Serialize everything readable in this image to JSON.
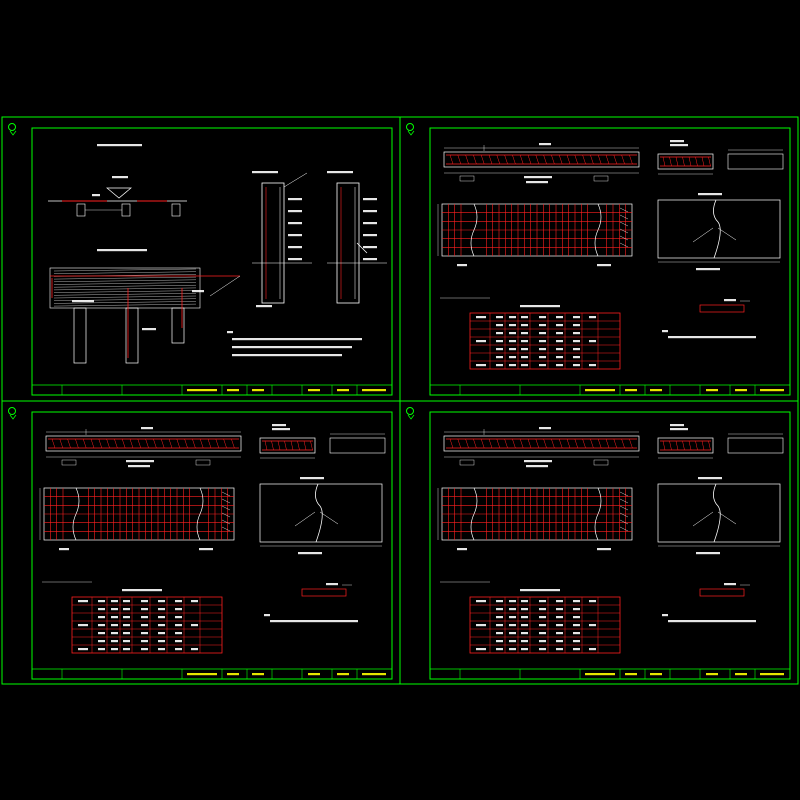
{
  "drawing": {
    "background": "#000000",
    "colors": {
      "frame": "#00ff00",
      "annotation": "#ffffff",
      "rebar": "#ff2020",
      "hatch": "#ffff00",
      "title_text": "#ffff00"
    },
    "sheets": [
      {
        "id": "sheet-1",
        "content": "pier-and-joint-details",
        "title_block_cells": [
          "",
          "",
          "",
          "",
          "",
          ""
        ]
      },
      {
        "id": "sheet-2",
        "content": "slab-rebar-layout",
        "title_block_cells": [
          "",
          "",
          "",
          "",
          "",
          ""
        ]
      },
      {
        "id": "sheet-3",
        "content": "slab-rebar-layout",
        "title_block_cells": [
          "",
          "",
          "",
          "",
          "",
          ""
        ]
      },
      {
        "id": "sheet-4",
        "content": "slab-rebar-layout",
        "title_block_cells": [
          "",
          "",
          "",
          "",
          "",
          ""
        ]
      }
    ]
  }
}
